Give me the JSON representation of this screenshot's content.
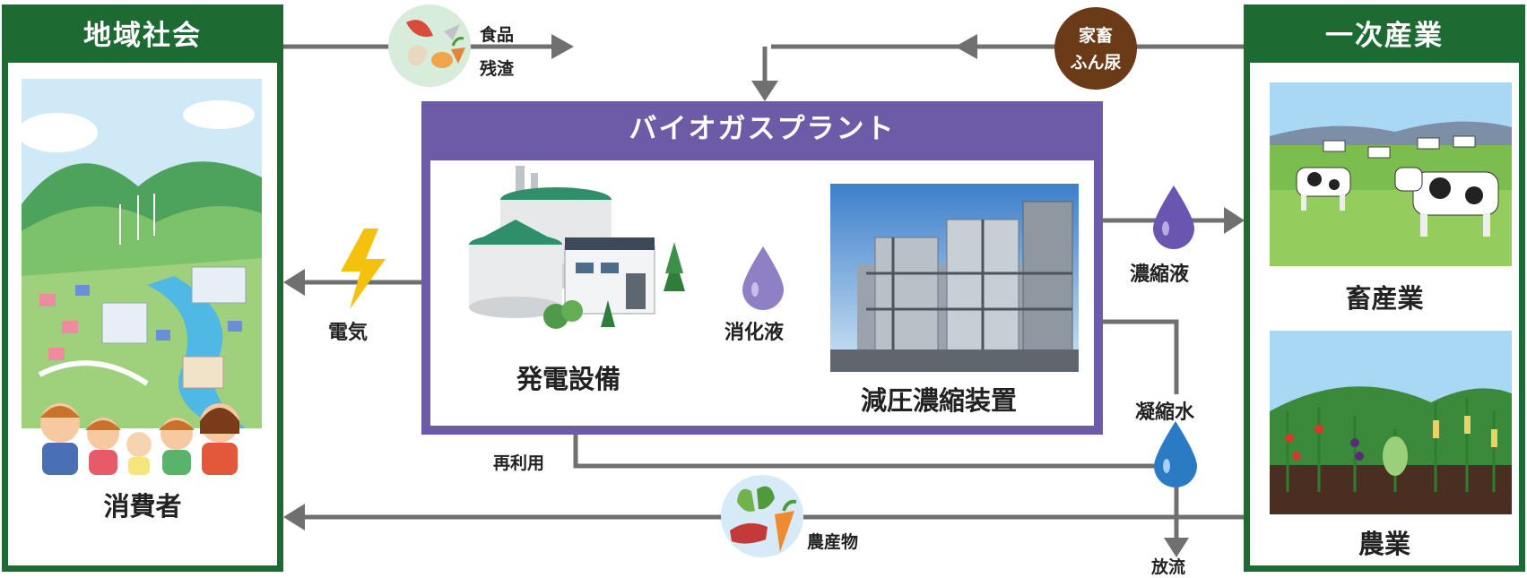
{
  "left_panel": {
    "title": "地域社会",
    "caption": "消費者"
  },
  "right_panel": {
    "title": "一次産業",
    "livestock_caption": "畜産業",
    "farming_caption": "農業"
  },
  "plant": {
    "title": "バイオガスプラント",
    "generator_label": "発電設備",
    "evaporator_label": "減圧濃縮装置"
  },
  "flows": {
    "food_waste_line1": "食品",
    "food_waste_line2": "残渣",
    "manure_line1": "家畜",
    "manure_line2": "ふん尿",
    "electricity": "電気",
    "digestate": "消化液",
    "concentrate": "濃縮液",
    "condensate": "凝縮水",
    "reuse": "再利用",
    "discharge": "放流",
    "produce": "農産物"
  },
  "colors": {
    "green": "#1d6a33",
    "purple": "#6e5ba8",
    "arrow": "#707070",
    "drop_purple": "#7a68b8",
    "drop_blue": "#2a7bc4",
    "manure_badge": "#6b3a17",
    "bolt": "#f4c20d"
  }
}
